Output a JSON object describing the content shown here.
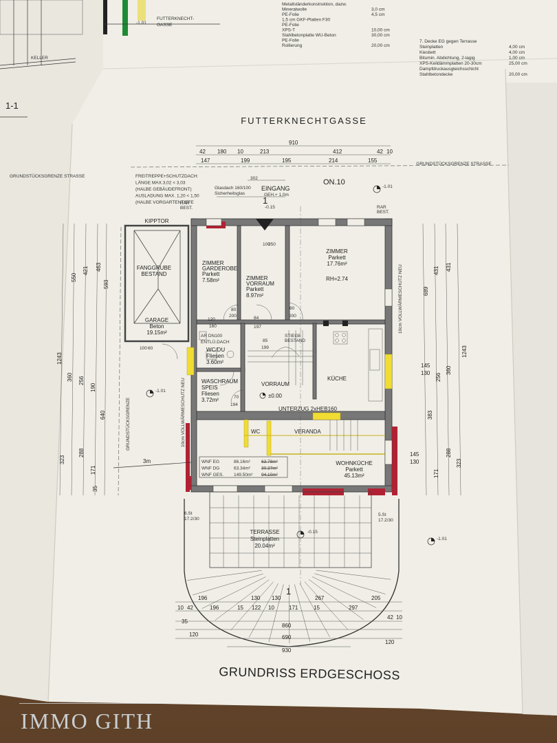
{
  "plan": {
    "street": "FUTTERKNECHTGASSE",
    "house_number": "ON.10",
    "title": "GRUNDRISS ERDGESCHOSS",
    "section_label": "1-1",
    "boundary_street": "GRUNDSTÜCKSGRENZE STRASSE",
    "boundary_side": "GRUNDSTÜCKSGRENZE",
    "insulation": "10cm VOLLWÄRMESCHUTZ NEU",
    "stair_note": [
      "FREITREPPE+SCHUTZDACH:",
      "LÄNGE MAX.3,02 < 3,03",
      "(HALBE GEBÄUDEFRONT)",
      "AUSLADUNG MAX. 1,20 < 1,50",
      "(HALBE VORGARTENTIEFE"
    ],
    "entry": {
      "label": "EINGANG",
      "sub": "GEH.+ 1,0m",
      "glass": "Glasdach 160/100",
      "glass2": "Sicherheitsglas",
      "level": "-0.15"
    },
    "rooms": {
      "garage": {
        "name": "GARAGE",
        "floor": "Beton",
        "area": "19.15m²",
        "pit": "FANGGRUBE",
        "pit2": "BESTAND",
        "kipptor": "KIPPTOR"
      },
      "garderobe": {
        "name": "ZIMMER",
        "name2": "GARDEROBE",
        "floor": "Parkett",
        "area": "7.58m²"
      },
      "vorraum1": {
        "name": "ZIMMER",
        "name2": "VORRAUM",
        "floor": "Parkett",
        "area": "8.97m²"
      },
      "zimmer": {
        "name": "ZIMMER",
        "floor": "Parkett",
        "area": "17.76m²",
        "height": "RH=2.74"
      },
      "wc": {
        "name": "WC/DU",
        "floor": "Fliesen",
        "area": "3.60m²",
        "vent": "AR DN100",
        "vent2": "ENTLÜ.DACH"
      },
      "wasch": {
        "name": "WASCHRAUM",
        "name2": "SPEIS",
        "floor": "Fliesen",
        "area": "3.72m²"
      },
      "vorraum2": {
        "name": "VORRAUM",
        "level": "±0.00"
      },
      "kueche": {
        "name": "KÜCHE"
      },
      "stiege": {
        "name": "STIEGE",
        "name2": "BESTAND"
      },
      "wohn": {
        "name": "WOHNKÜCHE",
        "floor": "Parkett",
        "area": "45.13m²"
      },
      "wc2": {
        "name": "WC"
      },
      "veranda": {
        "name": "VERANDA"
      },
      "terrasse": {
        "name": "TERRASSE",
        "floor": "Steinplatten",
        "area": "20.04m²",
        "level": "-0.15"
      }
    },
    "unterzug": "UNTERZUG 2xHEB160",
    "wnf": [
      {
        "label": "WNF EG",
        "new": "86.16m²",
        "old": "63.78m²"
      },
      {
        "label": "WNF DG",
        "new": "63.34m²",
        "old": "30.37m²"
      },
      {
        "label": "WNF GES.",
        "new": "149.50m²",
        "old": "94.10m²"
      }
    ],
    "dims_top": [
      "910",
      "42",
      "180",
      "10",
      "213",
      "412",
      "42",
      "10",
      "147",
      "199",
      "195",
      "214",
      "155",
      "302"
    ],
    "dims_bottom": [
      "196",
      "130",
      "130",
      "267",
      "205",
      "10",
      "42",
      "196",
      "15",
      "122",
      "10",
      "171",
      "15",
      "297",
      "42",
      "10",
      "35",
      "860",
      "690",
      "120",
      "120",
      "930"
    ],
    "dims_left_outer": [
      "1243",
      "593",
      "463",
      "550",
      "421",
      "640",
      "360",
      "256",
      "190",
      "323",
      "288",
      "171",
      "35"
    ],
    "dims_right": [
      "689",
      "431",
      "431",
      "1243",
      "360",
      "256",
      "383",
      "288",
      "171",
      "323",
      "145",
      "130",
      "145",
      "130"
    ],
    "door_sizes": [
      "80",
      "200",
      "80",
      "200",
      "84",
      "197",
      "85",
      "199",
      "70",
      "194",
      "100",
      "250",
      "120",
      "160",
      "100",
      "60",
      "3m"
    ],
    "stairs": {
      "left": "6.St",
      "left2": "17.2/30",
      "right": "5.St",
      "right2": "17.2/30"
    },
    "section_marks": [
      "-1.01",
      "-1.01",
      "-1.01",
      "-1.01",
      "1",
      "1"
    ],
    "rar": [
      "RAR",
      "BEST."
    ],
    "top_legend": [
      {
        "text": "Metallständerkonstruktion, dazw.",
        "val": ""
      },
      {
        "text": "Mineralwolle",
        "val": "3,0 cm"
      },
      {
        "text": "PE-Folie",
        "val": "4,5 cm"
      },
      {
        "text": "1,5 cm GKF-Platten F30",
        "val": ""
      },
      {
        "text": "PE-Folie",
        "val": ""
      },
      {
        "text": "XPS-T",
        "val": "10,00 cm"
      },
      {
        "text": "Stahlbetonplatte WU-Beton",
        "val": "30,00 cm"
      },
      {
        "text": "PE-Folie",
        "val": ""
      },
      {
        "text": "Rollierung",
        "val": "20,00 cm"
      },
      {
        "text": "7. Decke EG gegen Terrasse",
        "val": ""
      },
      {
        "text": "Steinplatten",
        "val": "4,00 cm"
      },
      {
        "text": "Kiesbett",
        "val": "4,00 cm"
      },
      {
        "text": "Bitumin. Abdichtung, 2-lagig",
        "val": "1,00 cm"
      },
      {
        "text": "XPS-Keildämmplatten 20-30cm",
        "val": "25,00 cm"
      },
      {
        "text": "Dampfdruckausgleichsschicht",
        "val": ""
      },
      {
        "text": "Stahlbetondecke",
        "val": "20,00 cm"
      }
    ],
    "fragments": [
      "FUTTERKNECHT-",
      "GASSE",
      "KELLER",
      "GEBÄUDE",
      "GEL.H",
      "-0.15",
      "-1.01"
    ]
  },
  "watermark": "IMMO GITH",
  "colors": {
    "paper": "#f3f1ea",
    "wall": "#777777",
    "insulation": "#b02233",
    "highlight": "#f1dc33",
    "floor": "#6e4f33"
  }
}
